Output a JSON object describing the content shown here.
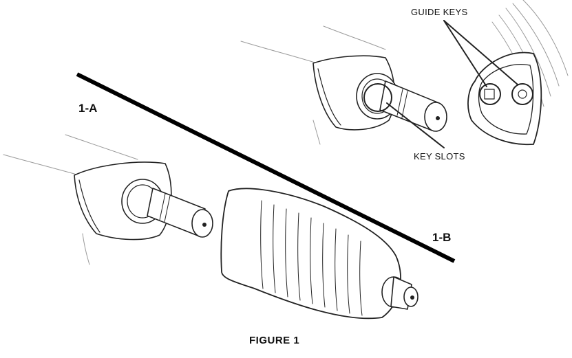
{
  "figure": {
    "title": "FIGURE 1",
    "panel_a_label": "1-A",
    "panel_b_label": "1-B",
    "callout_guide_keys": "GUIDE KEYS",
    "callout_key_slots": "KEY SLOTS"
  }
}
